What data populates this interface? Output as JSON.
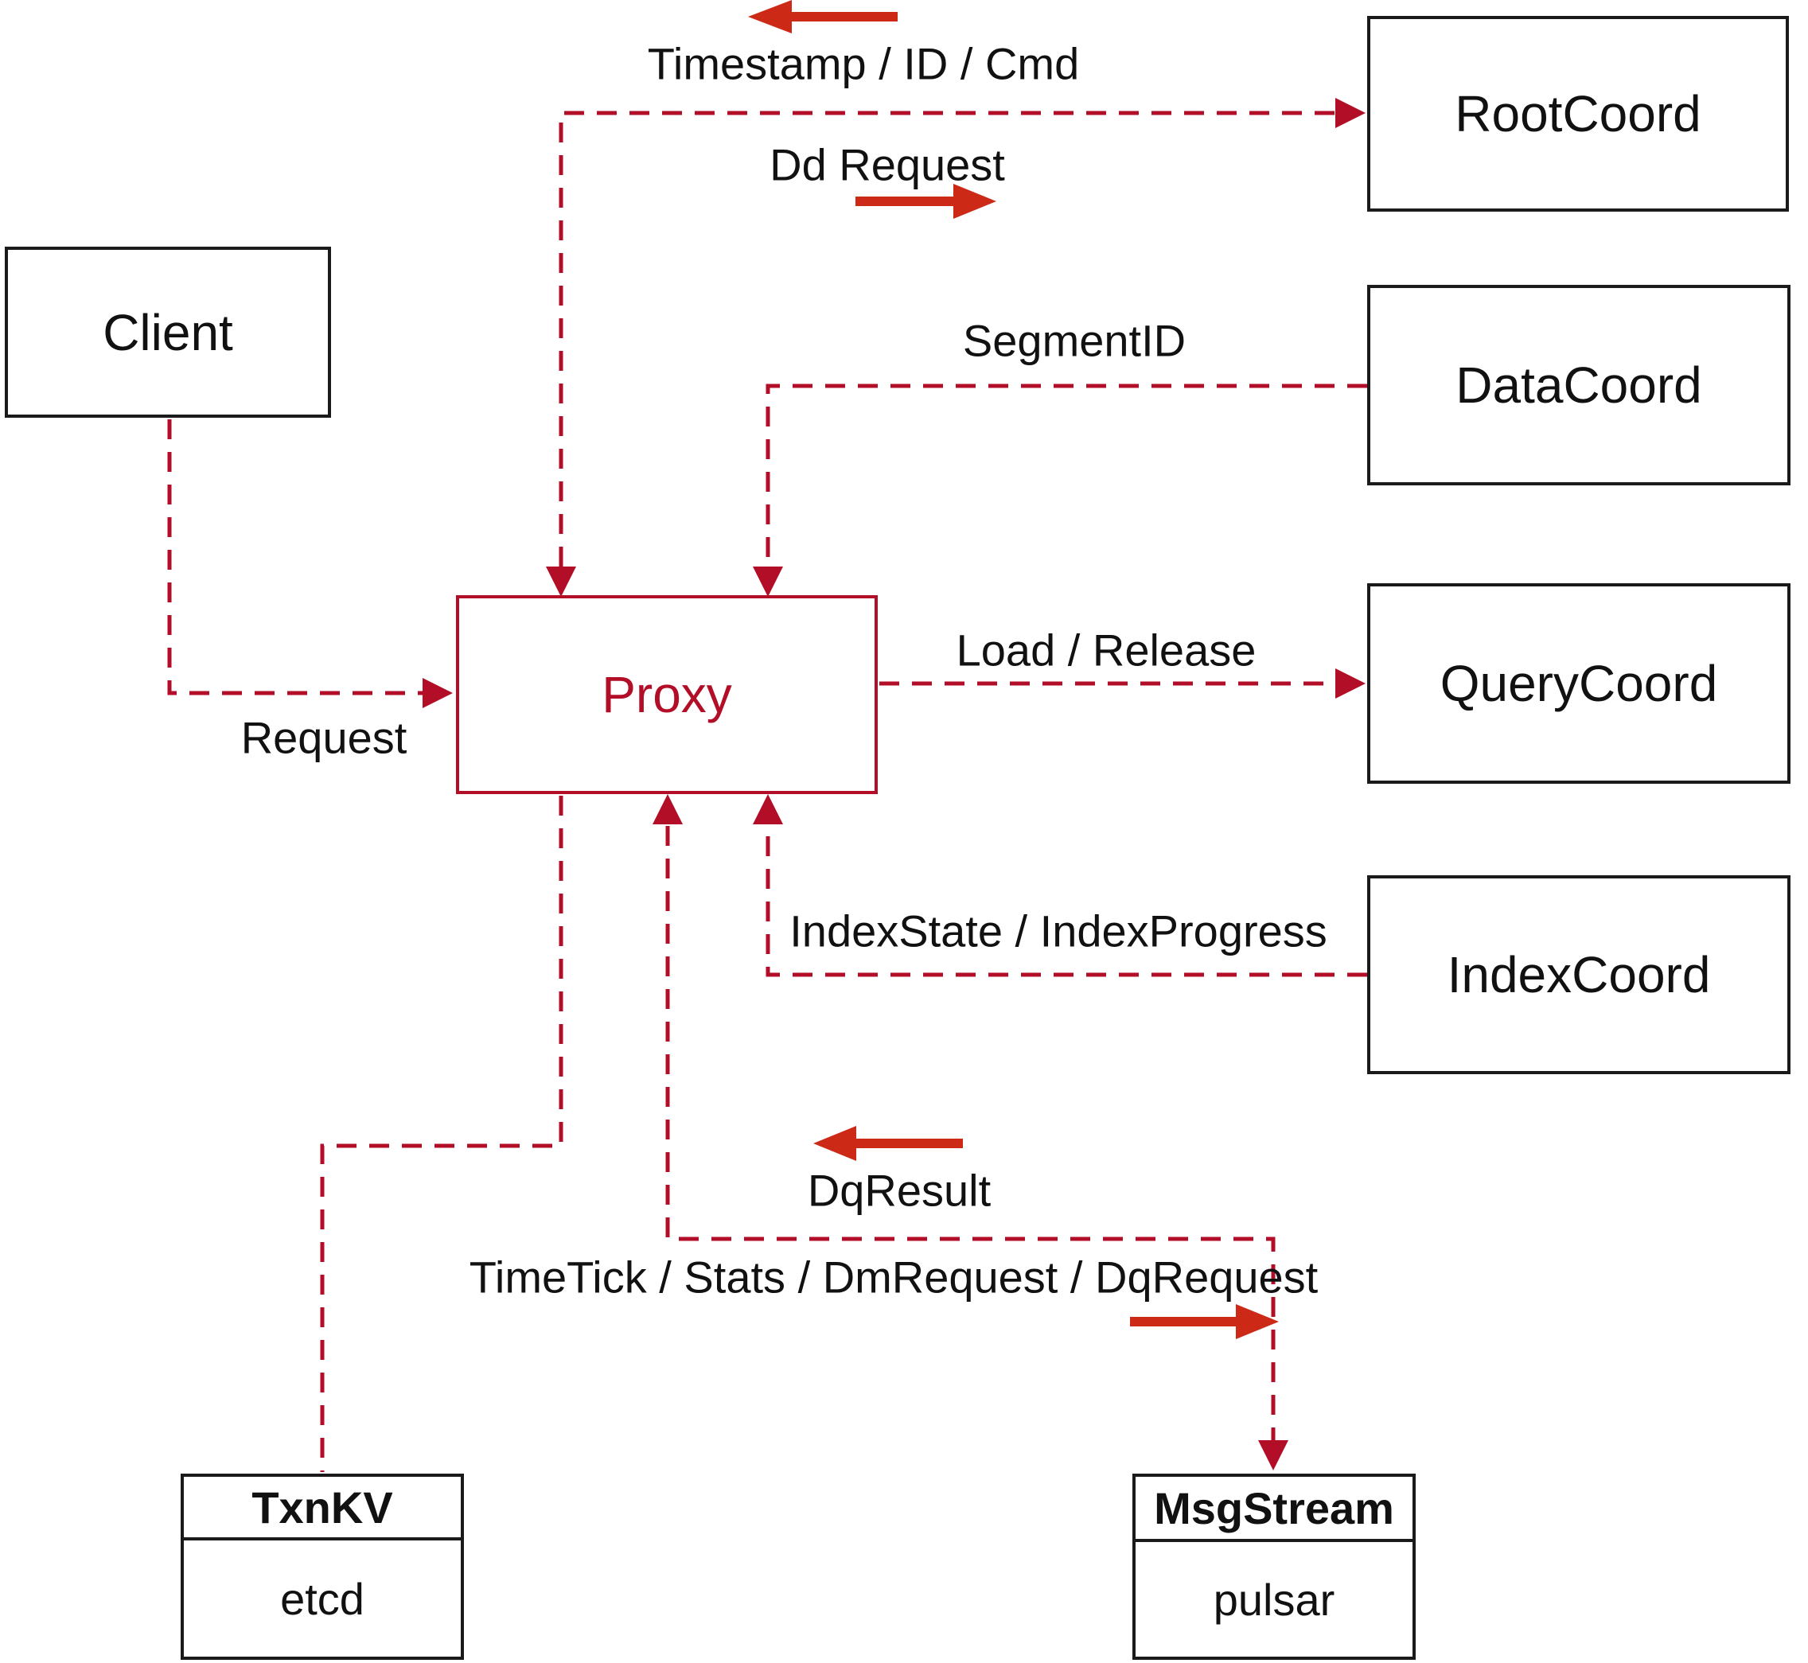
{
  "diagram": {
    "nodes": {
      "client": {
        "label": "Client"
      },
      "proxy": {
        "label": "Proxy"
      },
      "root_coord": {
        "label": "RootCoord"
      },
      "data_coord": {
        "label": "DataCoord"
      },
      "query_coord": {
        "label": "QueryCoord"
      },
      "index_coord": {
        "label": "IndexCoord"
      },
      "txn_kv": {
        "label": "TxnKV",
        "impl": "etcd"
      },
      "msg_stream": {
        "label": "MsgStream",
        "impl": "pulsar"
      }
    },
    "edges": {
      "timestamp_label": "Timestamp / ID / Cmd",
      "dd_request_label": "Dd Request",
      "segment_id_label": "SegmentID",
      "load_release_label": "Load / Release",
      "index_state_label": "IndexState / IndexProgress",
      "request_label": "Request",
      "dq_result_label": "DqResult",
      "time_tick_label": "TimeTick / Stats / DmRequest / DqRequest"
    },
    "colors": {
      "connector_red": "#b30e28",
      "arrow_red": "#cc2916",
      "border_black": "#1a1a1a",
      "text_black": "#111111",
      "background": "#ffffff"
    }
  }
}
